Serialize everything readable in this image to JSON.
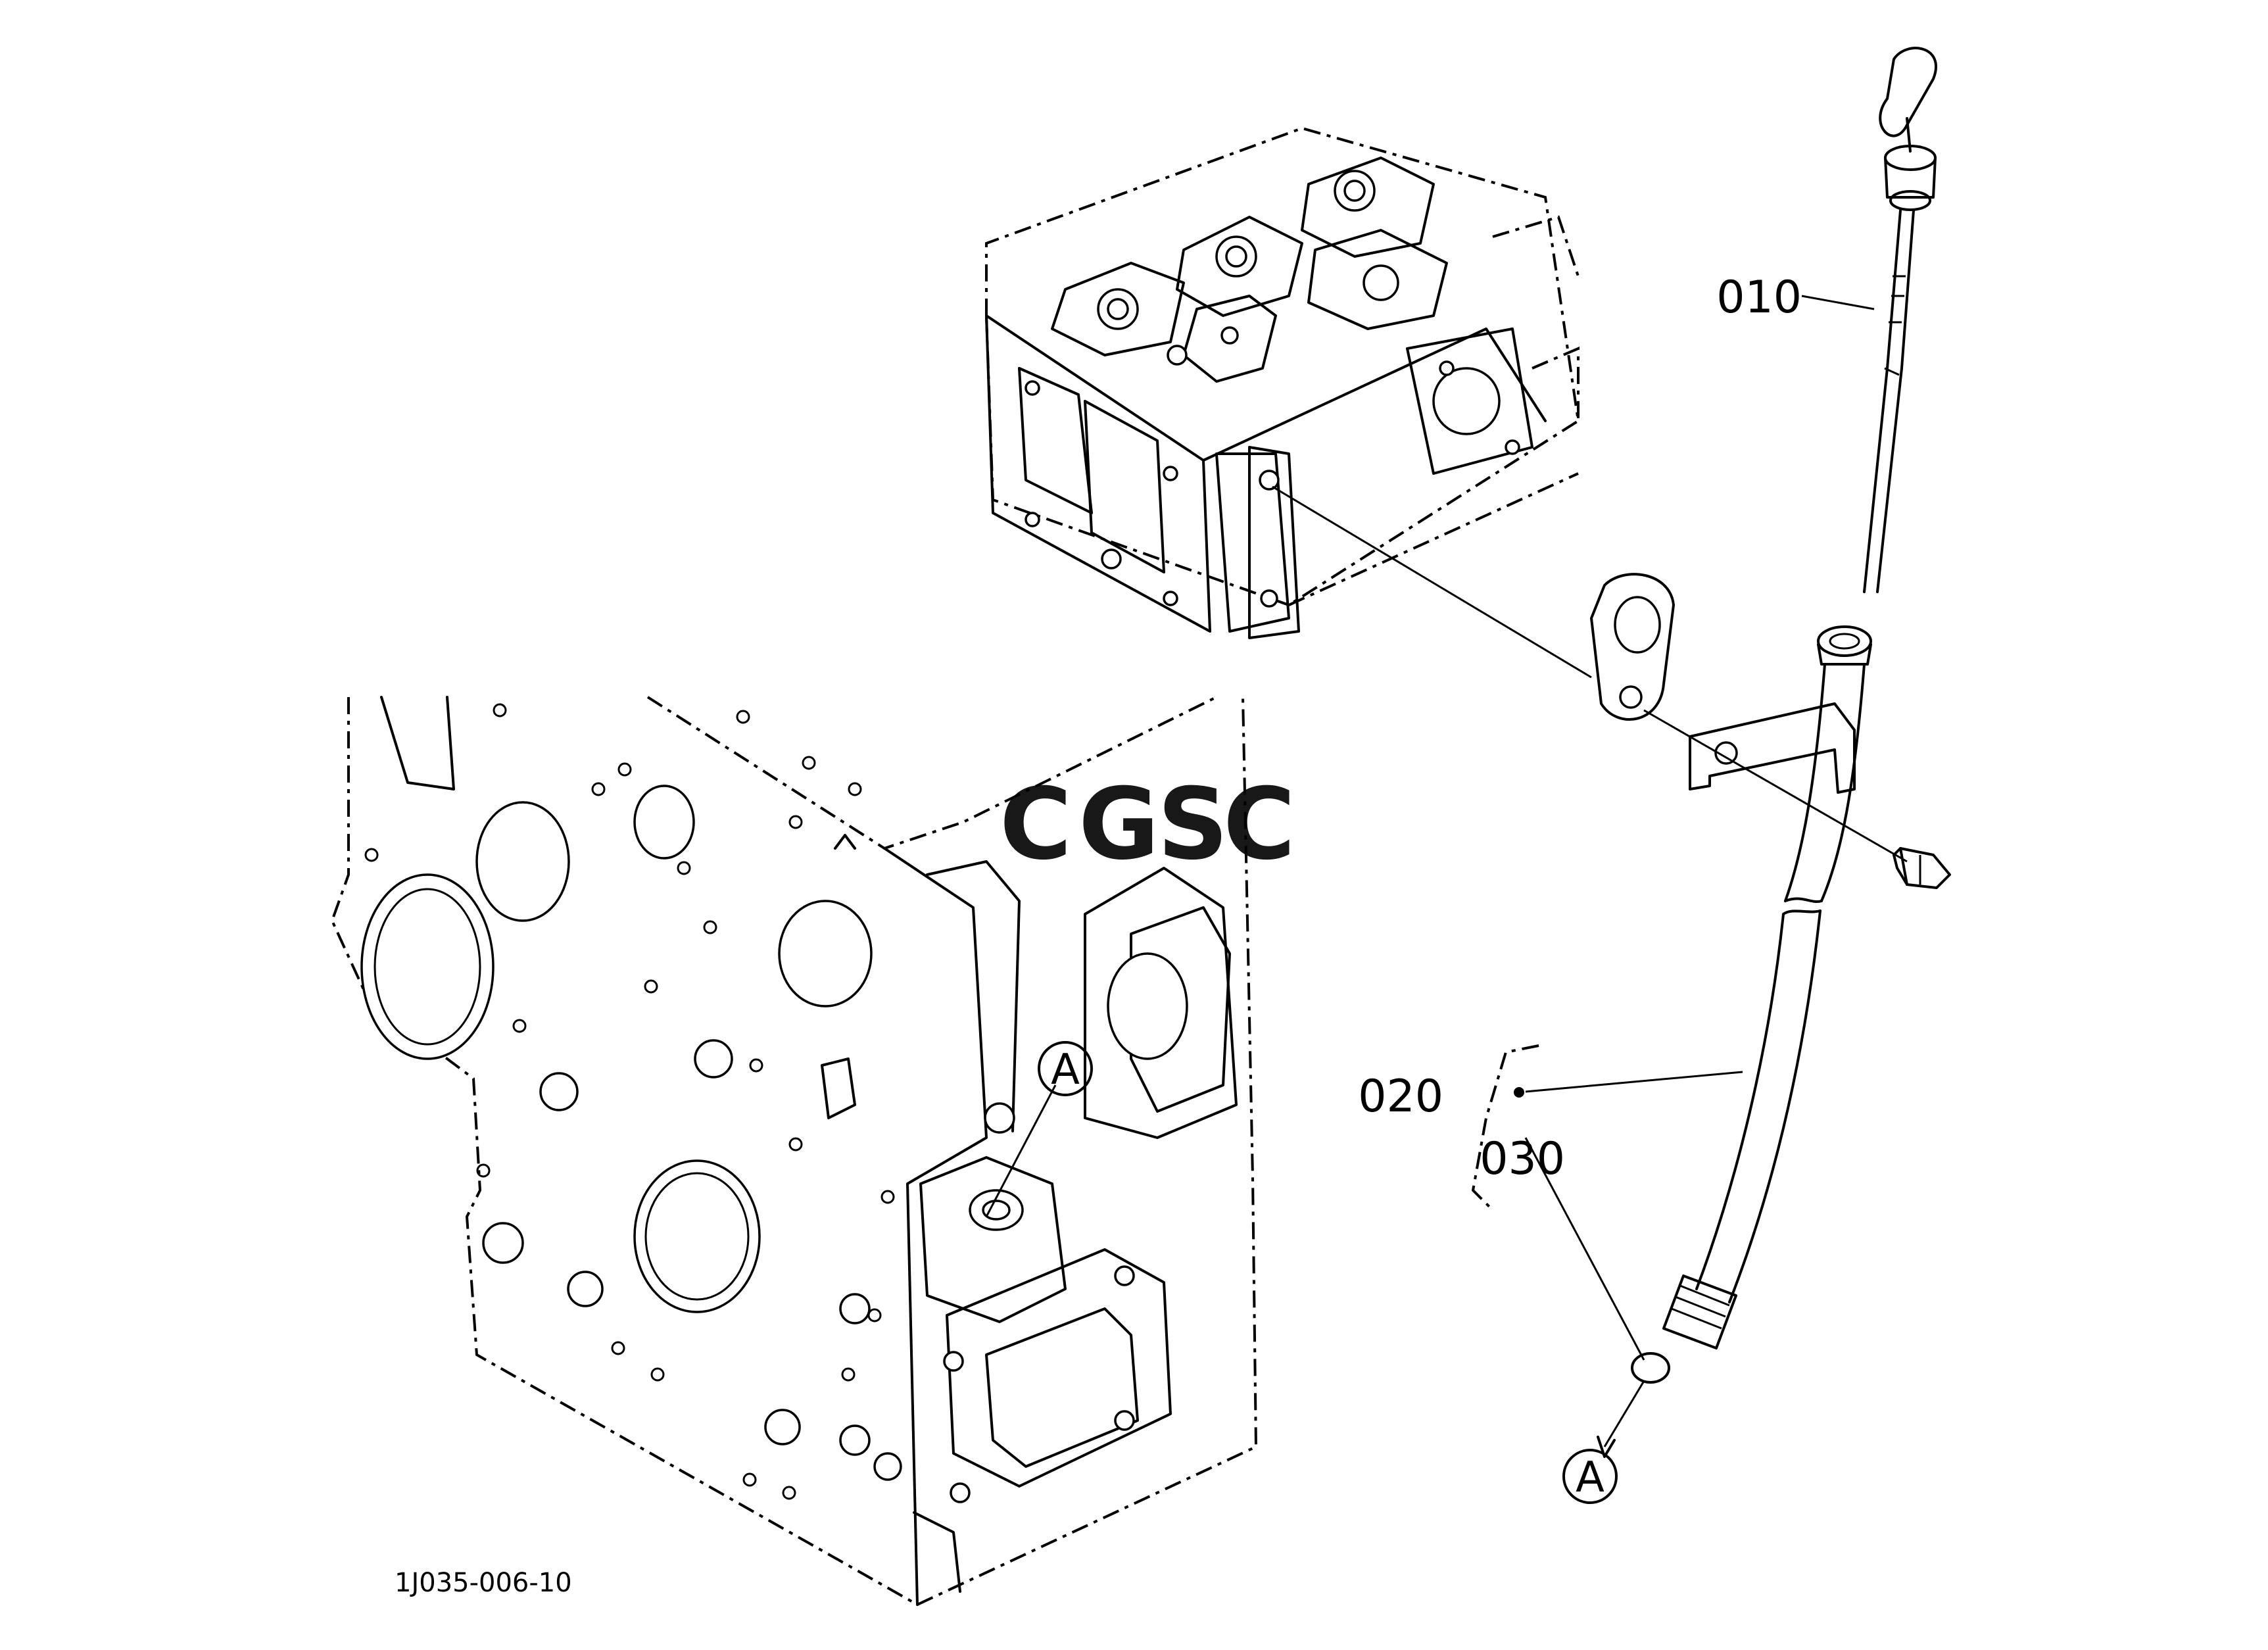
{
  "diagram_code": "1J035-006-10",
  "watermark": {
    "text": "CGSC",
    "letters": [
      "C",
      "G",
      "S",
      "C"
    ],
    "colors": [
      "#5b8ff0",
      "#ef7f7f",
      "#f1d56d",
      "#5fb98a"
    ]
  },
  "callouts": {
    "part_010": "010",
    "part_020": "020",
    "part_030": "030",
    "ref_a_block": "A",
    "ref_a_tube": "A"
  }
}
